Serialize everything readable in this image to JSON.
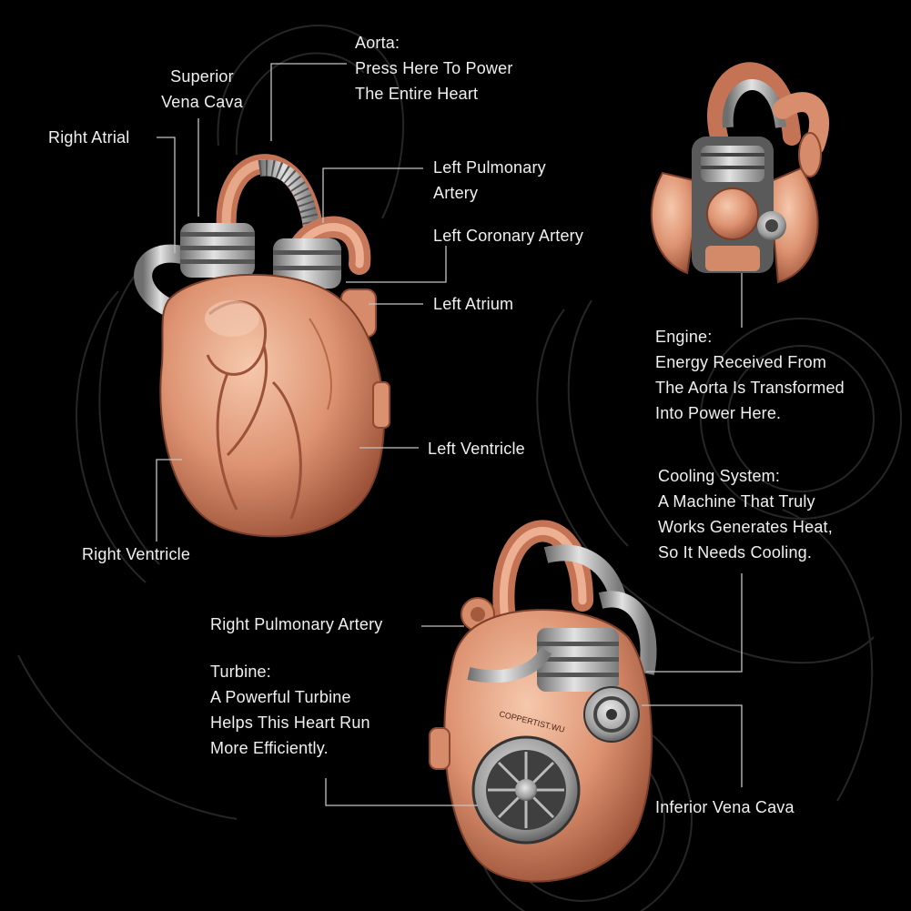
{
  "colors": {
    "background": "#000000",
    "copper_light": "#f1b99a",
    "copper": "#d88d6c",
    "copper_dark": "#a85a3e",
    "steel_light": "#d9d9d9",
    "steel": "#9a9a9a",
    "steel_dark": "#555555",
    "sketch": "#2a2a2a",
    "leader": "#bdbdbd"
  },
  "labels": {
    "aorta": "Aorta:\nPress Here To Power\nThe Entire Heart",
    "superior_vena_cava": "Superior\nVena Cava",
    "right_atrial": "Right Atrial",
    "left_pulmonary_artery": "Left Pulmonary\nArtery",
    "left_coronary_artery": "Left Coronary Artery",
    "left_atrium": "Left Atrium",
    "left_ventricle": "Left Ventricle",
    "right_ventricle": "Right Ventricle",
    "engine": "Engine:\nEnergy Received From\nThe Aorta Is Transformed\nInto Power Here.",
    "cooling_system": "Cooling System:\nA Machine That Truly\nWorks Generates Heat,\nSo It Needs Cooling.",
    "right_pulmonary_artery": "Right Pulmonary Artery",
    "turbine": "Turbine:\nA Powerful Turbine\nHelps This Heart Run\nMore Efficiently.",
    "inferior_vena_cava": "Inferior Vena Cava"
  },
  "brand_engraving": "COPPERTIST.WU"
}
